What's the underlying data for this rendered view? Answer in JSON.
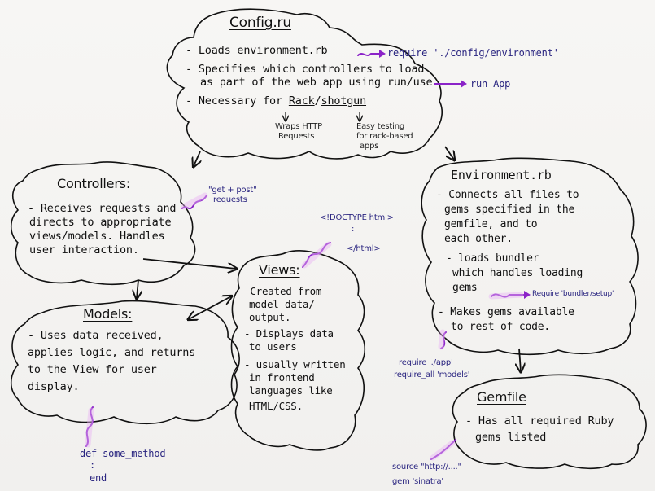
{
  "config": {
    "title": "Config.ru",
    "line1": "- Loads environment.rb",
    "line1_note": "require './config/environment'",
    "line2a": "- Specifies which controllers to load",
    "line2b": "as part of the web app using run/use",
    "line2_note": "run App",
    "line3_prefix": "- Necessary for",
    "line3_rack": "Rack",
    "line3_sep": "/",
    "line3_shotgun": "shotgun",
    "rack_note_a": "Wraps HTTP",
    "rack_note_b": "Requests",
    "shotgun_note_a": "Easy testing",
    "shotgun_note_b": "for rack-based",
    "shotgun_note_c": "apps"
  },
  "controllers": {
    "title": "Controllers:",
    "lines": [
      "- Receives requests and",
      "directs to appropriate",
      "views/models. Handles",
      "user interaction."
    ],
    "note_a": "\"get + post\"",
    "note_b": "requests"
  },
  "views": {
    "title": "Views:",
    "lines": [
      "-Created from",
      "model data/",
      "output.",
      "- Displays data",
      "to users",
      "- usually written",
      "in frontend",
      "languages like",
      "HTML/CSS."
    ],
    "note_a": "<!DOCTYPE html>",
    "note_b": ":",
    "note_c": "</html>"
  },
  "models": {
    "title": "Models:",
    "lines": [
      "- Uses data received,",
      "applies logic, and returns",
      "to the View for user",
      "display."
    ],
    "note_a": "def some_method",
    "note_b": ":",
    "note_c": "end"
  },
  "environment": {
    "title": "Environment.rb",
    "lines": [
      "- Connects all files to",
      "gems specified in the",
      "gemfile, and to",
      "each other.",
      "- loads bundler",
      "which handles loading",
      "gems",
      "- Makes gems available",
      "to rest of code."
    ],
    "gems_note": "Require 'bundler/setup'",
    "note_a": "require './app'",
    "note_b": "require_all 'models'"
  },
  "gemfile": {
    "title": "Gemfile",
    "lines": [
      "- Has all required Ruby",
      "gems listed"
    ],
    "note_a": "source \"http://....\"",
    "note_b": "gem 'sinatra'"
  }
}
